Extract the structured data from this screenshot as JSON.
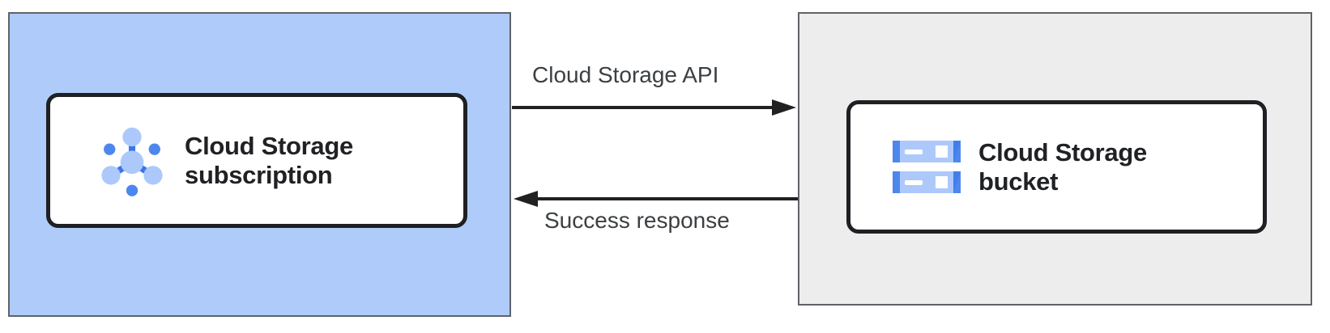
{
  "diagram": {
    "type": "architecture-flow",
    "zones": {
      "subscription_zone": {
        "fill": "#aecbfa",
        "border": "#5f6368"
      },
      "bucket_zone": {
        "fill": "#ededed",
        "border": "#5f6368"
      }
    },
    "nodes": {
      "subscription": {
        "title": "Cloud Storage subscription",
        "icon": "pubsub-icon"
      },
      "bucket": {
        "title": "Cloud Storage bucket",
        "icon": "cloud-storage-bucket-icon"
      }
    },
    "arrows": {
      "request": {
        "label": "Cloud Storage API",
        "from": "subscription",
        "to": "bucket",
        "direction": "right"
      },
      "response": {
        "label": "Success response",
        "from": "bucket",
        "to": "subscription",
        "direction": "left"
      }
    },
    "colors": {
      "node_border": "#1f2023",
      "title_text": "#202124",
      "label_text": "#3c4043",
      "arrow": "#212121",
      "icon_light_blue": "#adc9fb",
      "icon_medium_blue": "#4d87ee",
      "icon_dark_blue": "#3b76e9"
    }
  }
}
